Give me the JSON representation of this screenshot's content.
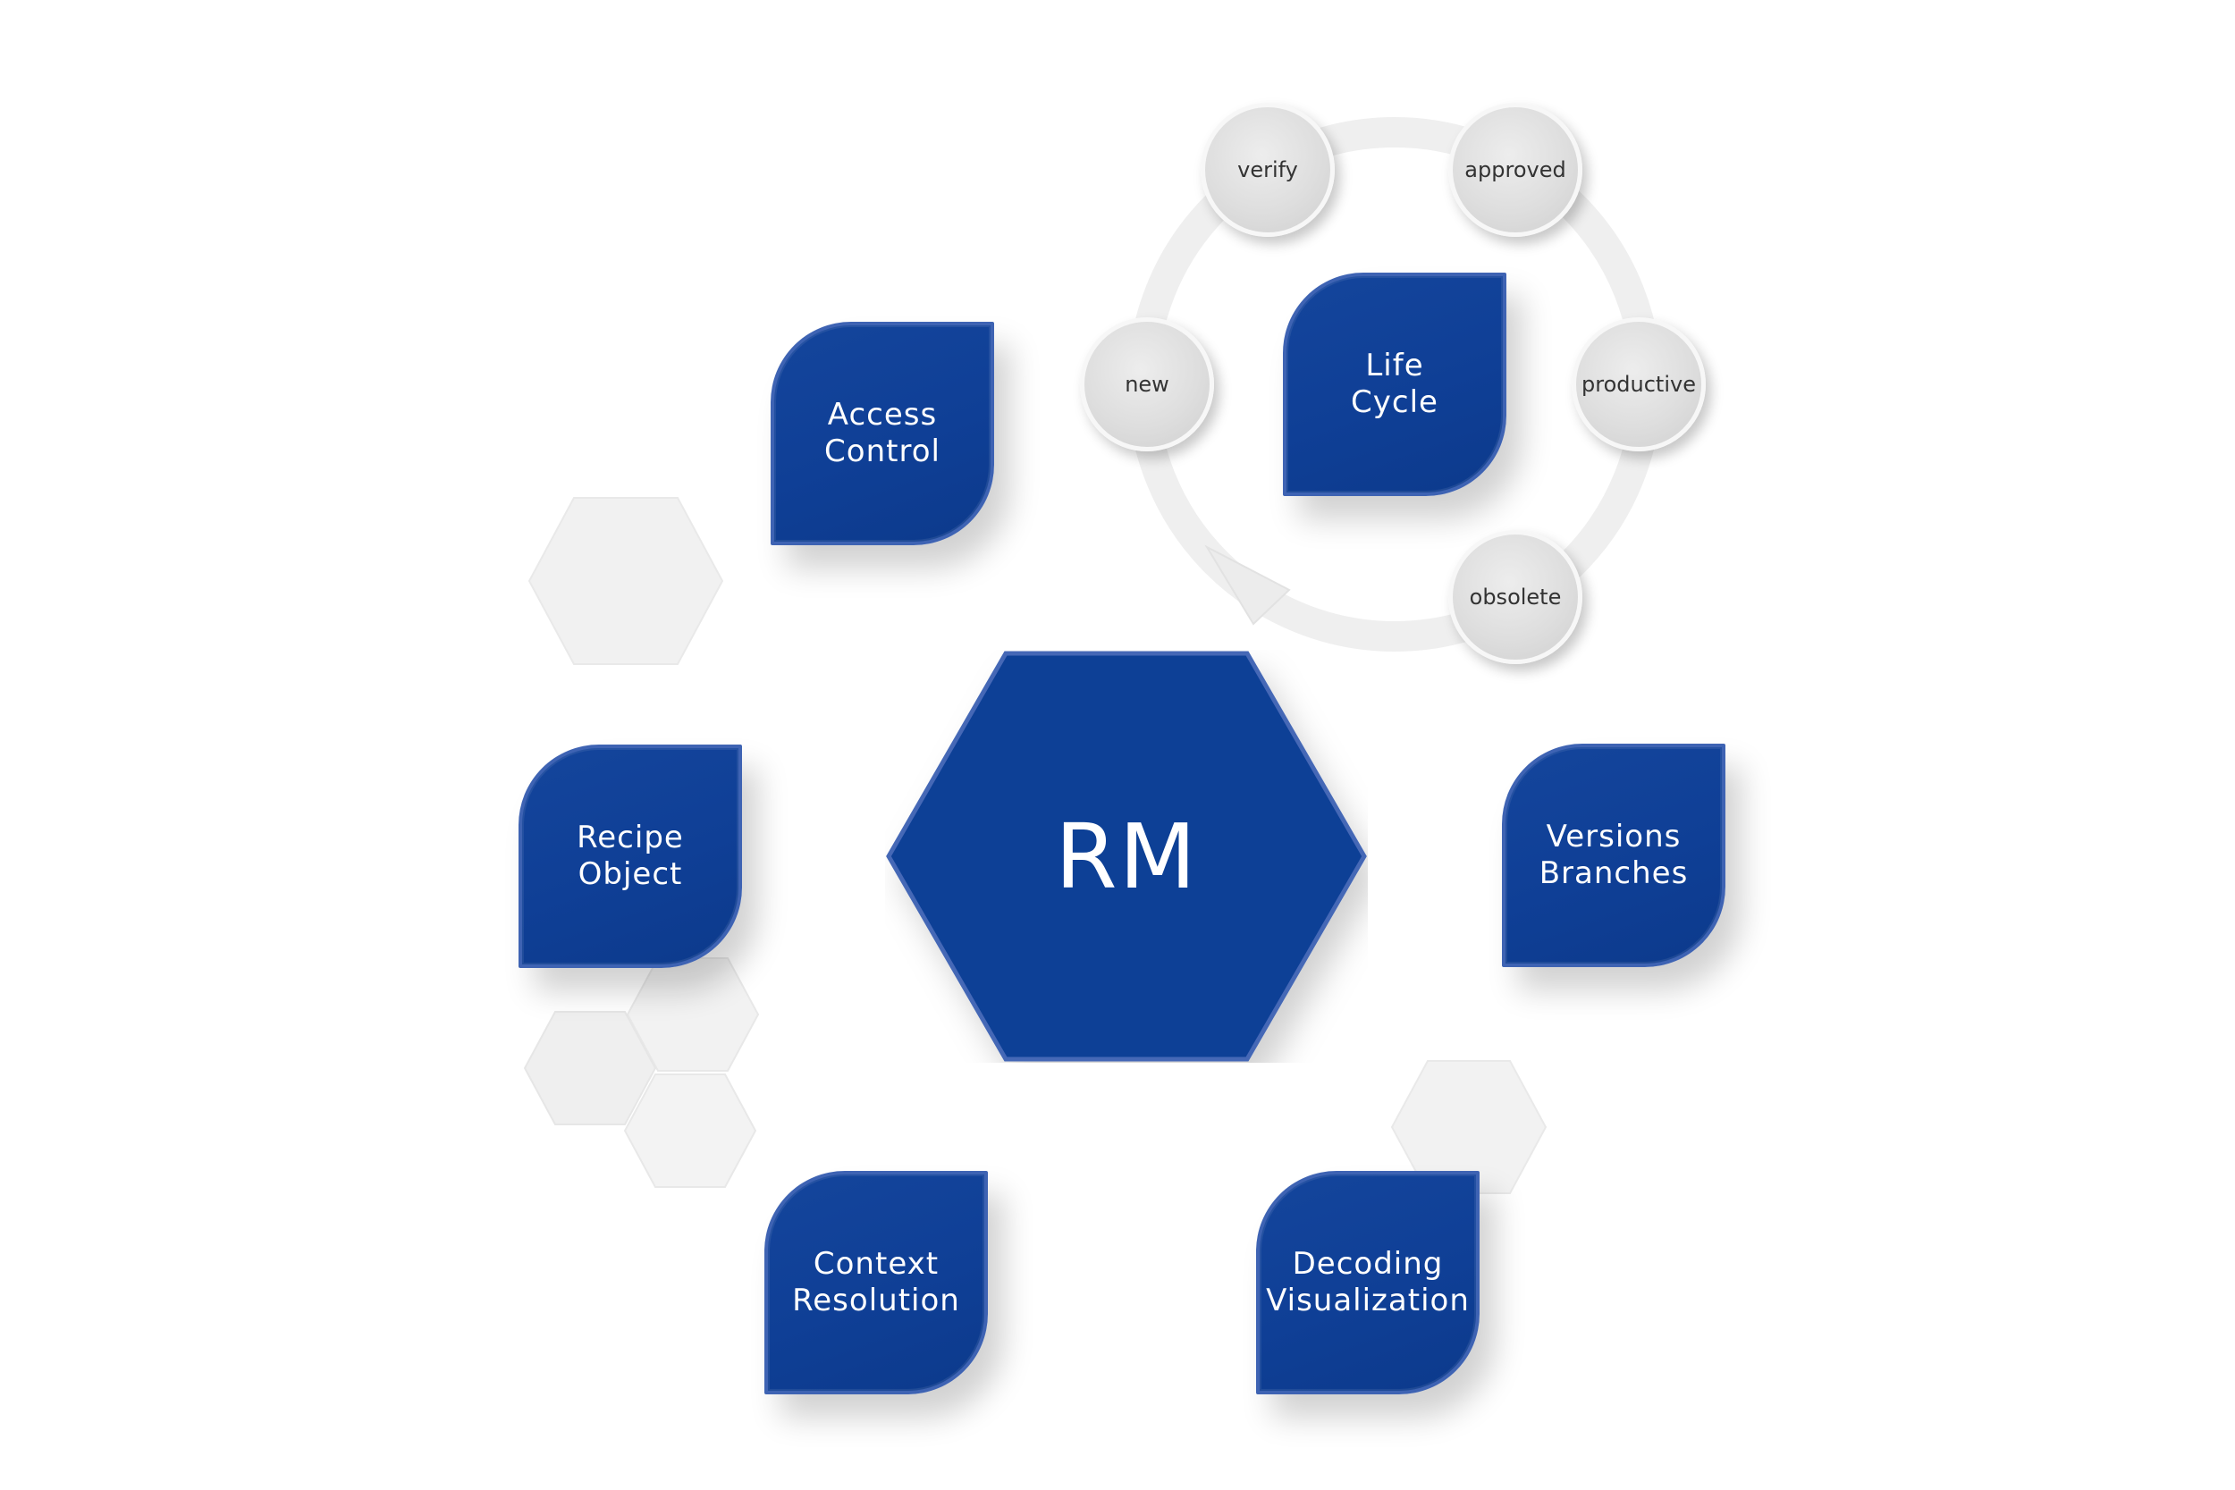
{
  "center": {
    "label": "RM"
  },
  "modules": {
    "access_control": "Access\nControl",
    "life_cycle": "Life\nCycle",
    "recipe_object": "Recipe\nObject",
    "versions_branches": "Versions\nBranches",
    "context_resolution": "Context\nResolution",
    "decoding_visualization": "Decoding\nVisualization"
  },
  "lifecycle_states": {
    "new": "new",
    "verify": "verify",
    "approved": "approved",
    "productive": "productive",
    "obsolete": "obsolete"
  },
  "colors": {
    "tile_blue": "#0f3f96",
    "tile_border": "#3e63b3",
    "bubble_gray": "#dcdcdc",
    "cycle_ring": "#eeeeee",
    "deco_hex": "#f0f0f0"
  }
}
